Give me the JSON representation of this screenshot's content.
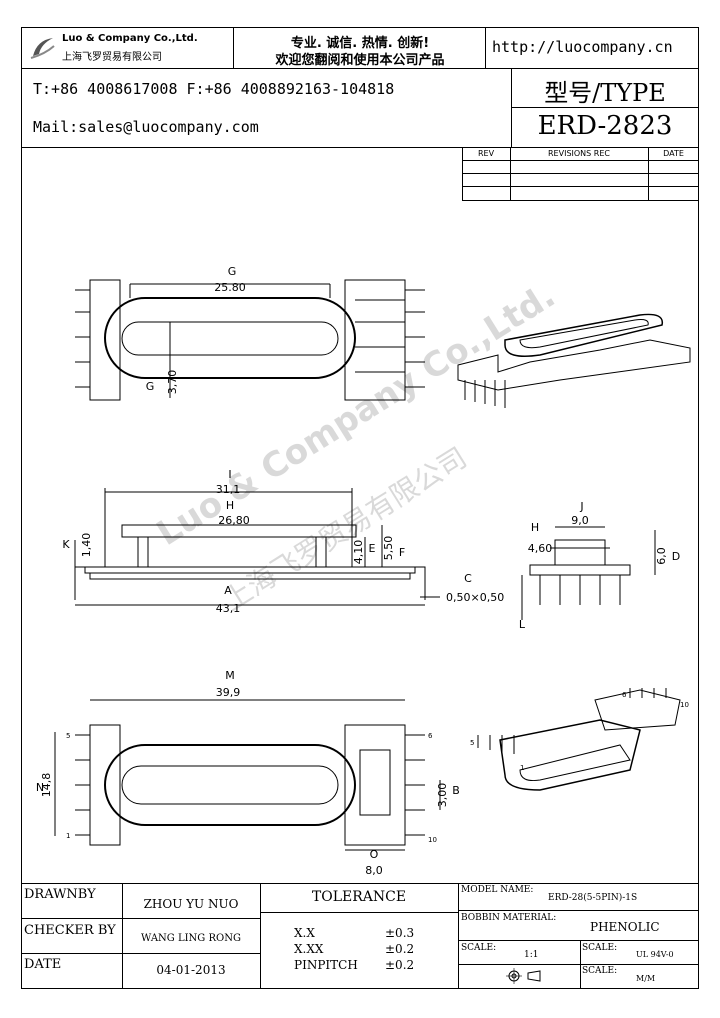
{
  "header": {
    "company_en": "Luo & Company Co.,Ltd.",
    "company_cn": "上海飞罗贸易有限公司",
    "slogan_line1": "专业. 诚信. 热情. 创新!",
    "slogan_line2": "欢迎您翻阅和使用本公司产品",
    "website": "http://luocompany.cn",
    "phone_fax": "T:+86 4008617008 F:+86 4008892163-104818",
    "email": "Mail:sales@luocompany.com",
    "type_label": "型号/TYPE",
    "part_number": "ERD-2823"
  },
  "revisions": {
    "col_rev": "REV",
    "col_rec": "REVISIONS REC",
    "col_date": "DATE"
  },
  "watermark": {
    "line1": "Luo & Company Co.,Ltd.",
    "line2": "上海飞罗贸易有限公司"
  },
  "drawing": {
    "view1": {
      "g_label": "G",
      "g_dim": "25.80",
      "g2_label": "G",
      "g2_dim": "3,70"
    },
    "view2": {
      "i_label": "I",
      "i_dim": "31,1",
      "h_label": "H",
      "h_dim": "26,80",
      "k_label": "K",
      "k_dim": "1,40",
      "e_label": "E",
      "e_dim": "4,10",
      "f_label": "F",
      "f_dim": "5,50",
      "a_label": "A",
      "a_dim": "43,1",
      "c_label": "C",
      "c_dim": "0,50×0,50"
    },
    "view3": {
      "j_label": "J",
      "j_dim": "9,0",
      "h_label": "H",
      "h_dim": "4,60",
      "d_label": "D",
      "d_dim": "6,0",
      "l_label": "L"
    },
    "view4": {
      "m_label": "M",
      "m_dim": "39,9",
      "n_label": "N",
      "n_dim": "14,8",
      "b_label": "B",
      "b_dim": "3,00",
      "o_label": "O",
      "o_dim": "8,0",
      "pin_5": "5",
      "pin_1": "1",
      "pin_6": "6",
      "pin_10": "10"
    },
    "iso_bottom": {
      "pin_6": "6",
      "pin_10": "10",
      "pin_5": "5",
      "pin_1": "1"
    }
  },
  "title_block": {
    "drawnby_label": "DRAWNBY",
    "drawnby_value": "ZHOU YU NUO",
    "checker_label": "CHECKER BY",
    "checker_value": "WANG LING RONG",
    "date_label": "DATE",
    "date_value": "04-01-2013",
    "tolerance_label": "TOLERANCE",
    "tol_rows": [
      {
        "k": "X.X",
        "v": "±0.3"
      },
      {
        "k": "X.XX",
        "v": "±0.2"
      },
      {
        "k": "PINPITCH",
        "v": "±0.2"
      }
    ],
    "model_label": "MODEL NAME:",
    "model_value": "ERD-28(5-5PIN)-1S",
    "bobbin_label": "BOBBIN MATERIAL:",
    "bobbin_value": "PHENOLIC",
    "scale_label": "SCALE:",
    "scale_value": "1:1",
    "scale2_label": "SCALE:",
    "scale2_value": "UL 94V-0",
    "scale3_label": "SCALE:",
    "scale3_value": "M/M"
  }
}
